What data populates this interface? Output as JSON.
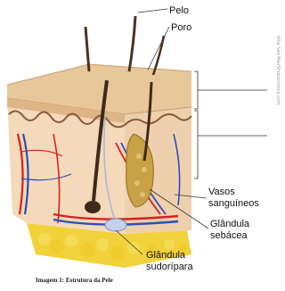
{
  "labels": {
    "pelo": "Pelo",
    "poro": "Poro",
    "vasos_line1": "Vasos",
    "vasos_line2": "sanguíneos",
    "sebacea_line1": "Glândula",
    "sebacea_line2": "sebácea",
    "sudoripara_line1": "Glândula",
    "sudoripara_line2": "sudorípara"
  },
  "caption": "Imagem 1: Estrutura da Pele",
  "credit": "Alila Sao Mai/Shutterstock.com",
  "colors": {
    "epidermis": "#e8c79a",
    "dermis": "#f6e4cc",
    "hypodermis_fat": "#f2d23a",
    "artery": "#d8201c",
    "vein": "#2a4fb8",
    "hair": "#4a3320",
    "gland": "#b99036"
  }
}
